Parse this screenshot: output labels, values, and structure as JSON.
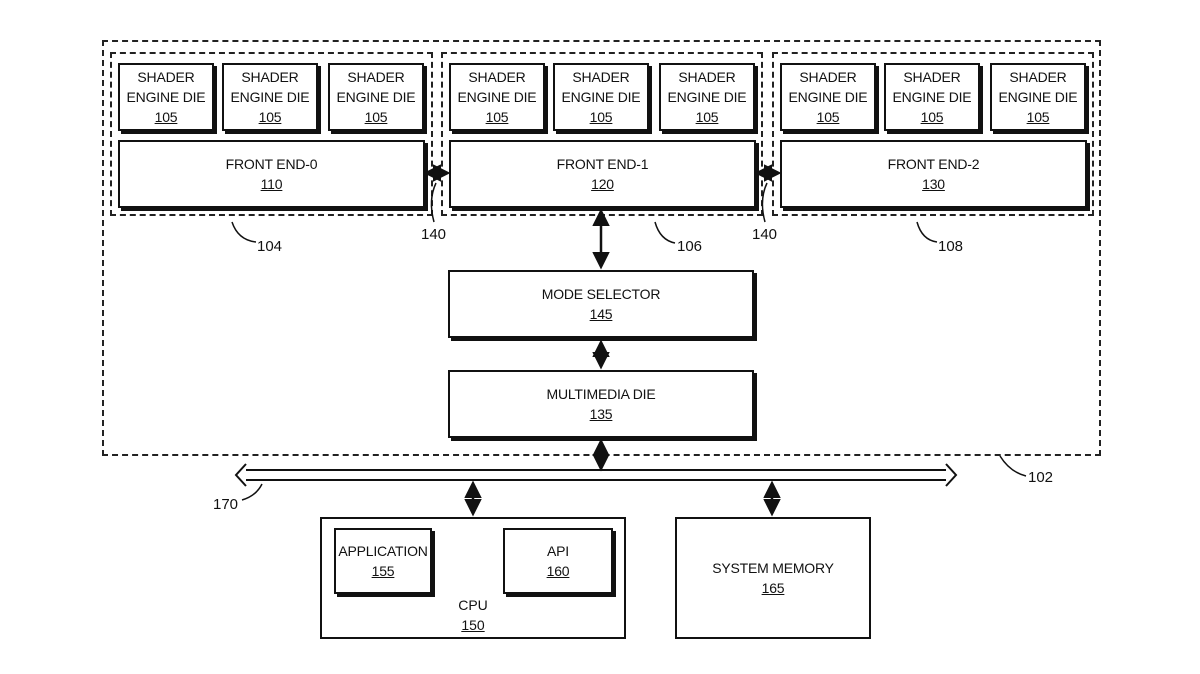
{
  "chip": {
    "ref": "102"
  },
  "groups": [
    {
      "ref": "104",
      "shader_engines": [
        {
          "line1": "SHADER",
          "line2": "ENGINE DIE",
          "num": "105"
        },
        {
          "line1": "SHADER",
          "line2": "ENGINE DIE",
          "num": "105"
        },
        {
          "line1": "SHADER",
          "line2": "ENGINE DIE",
          "num": "105"
        }
      ],
      "front_end": {
        "label": "FRONT END-0",
        "num": "110"
      }
    },
    {
      "ref": "106",
      "shader_engines": [
        {
          "line1": "SHADER",
          "line2": "ENGINE DIE",
          "num": "105"
        },
        {
          "line1": "SHADER",
          "line2": "ENGINE DIE",
          "num": "105"
        },
        {
          "line1": "SHADER",
          "line2": "ENGINE DIE",
          "num": "105"
        }
      ],
      "front_end": {
        "label": "FRONT END-1",
        "num": "120"
      }
    },
    {
      "ref": "108",
      "shader_engines": [
        {
          "line1": "SHADER",
          "line2": "ENGINE DIE",
          "num": "105"
        },
        {
          "line1": "SHADER",
          "line2": "ENGINE DIE",
          "num": "105"
        },
        {
          "line1": "SHADER",
          "line2": "ENGINE DIE",
          "num": "105"
        }
      ],
      "front_end": {
        "label": "FRONT END-2",
        "num": "130"
      }
    }
  ],
  "bridges": [
    {
      "ref": "140"
    },
    {
      "ref": "140"
    }
  ],
  "mode_selector": {
    "label": "MODE SELECTOR",
    "num": "145"
  },
  "multimedia_die": {
    "label": "MULTIMEDIA DIE",
    "num": "135"
  },
  "bus": {
    "ref": "170"
  },
  "cpu": {
    "label": "CPU",
    "num": "150",
    "application": {
      "label": "APPLICATION",
      "num": "155"
    },
    "api": {
      "label": "API",
      "num": "160"
    }
  },
  "system_memory": {
    "label": "SYSTEM MEMORY",
    "num": "165"
  }
}
